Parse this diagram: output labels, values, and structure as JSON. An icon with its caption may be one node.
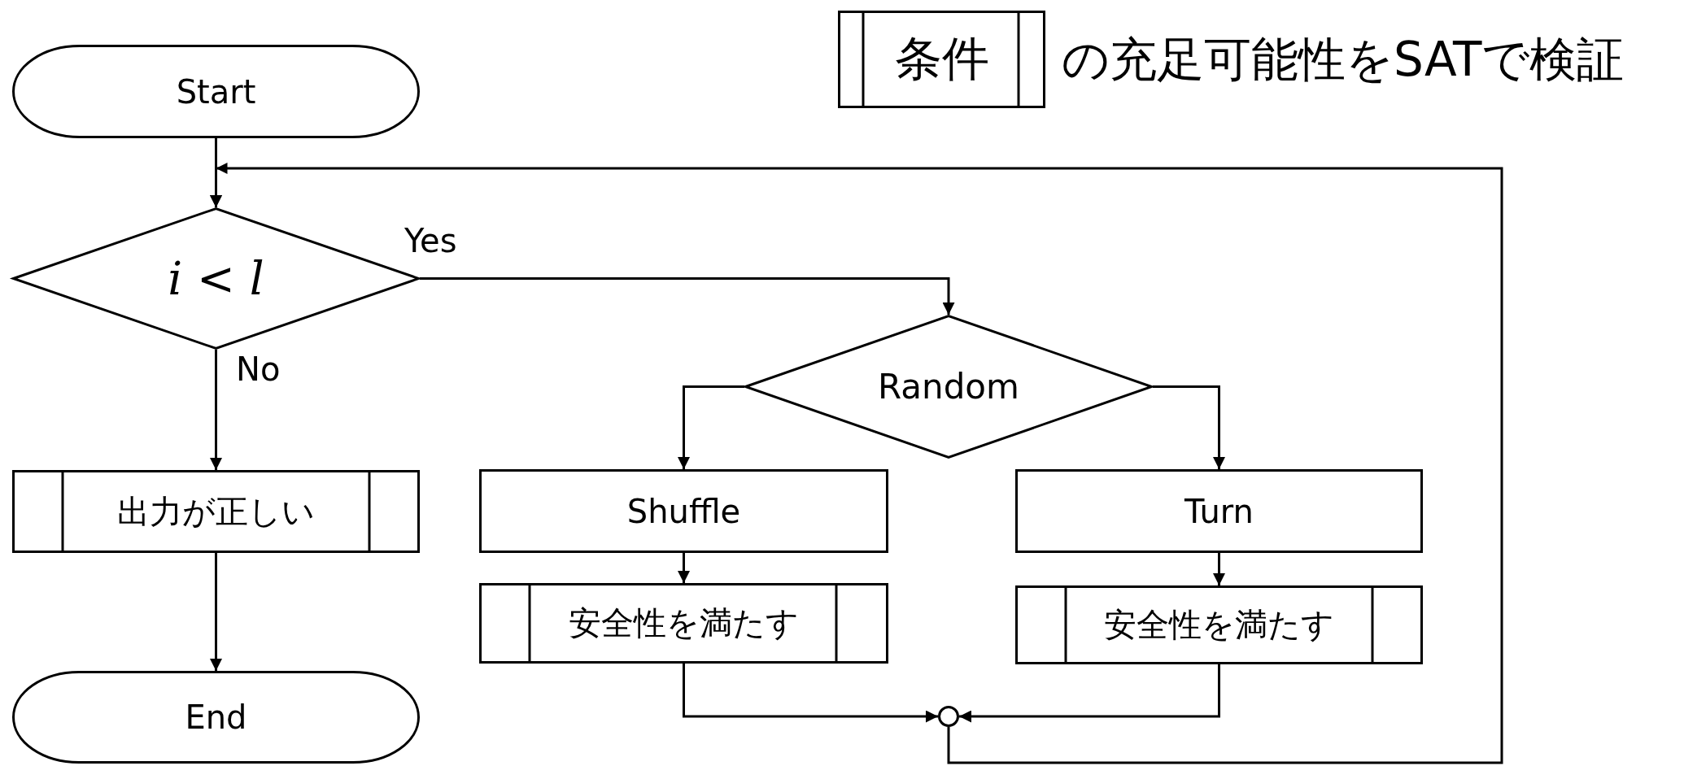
{
  "diagram": {
    "nodes": [
      {
        "text": [
          "Start"
        ]
      },
      {
        "text": [
          "*i* < *l*"
        ]
      },
      {
        "text": [
          "出力が正しい"
        ]
      },
      {
        "text": [
          "End"
        ]
      },
      {
        "text": [
          "Random"
        ]
      },
      {
        "text": [
          "Shuffle"
        ]
      },
      {
        "text": [
          "安全性を満たす"
        ]
      },
      {
        "text": [
          "Turn"
        ]
      },
      {
        "text": [
          "安全性を満たす"
        ]
      },
      {
        "text": [],
        "shape": "circle"
      },
      {
        "text": [
          "条件"
        ],
        "beside": [
          "の充足可能性をSATで検証"
        ]
      }
    ],
    "edges": [
      {
        "from": 0,
        "to": 1,
        "arrow": "to"
      },
      {
        "from": 1,
        "to": 4,
        "arrow": "to",
        "label": "Yes"
      },
      {
        "from": 1,
        "to": 2,
        "arrow": "to",
        "label": "No"
      },
      {
        "from": 2,
        "to": 3,
        "arrow": "to"
      },
      {
        "from": 4,
        "to": 5,
        "arrow": "to"
      },
      {
        "from": 4,
        "to": 7,
        "arrow": "to"
      },
      {
        "from": 5,
        "to": 6,
        "arrow": "to"
      },
      {
        "from": 7,
        "to": 8,
        "arrow": "to"
      },
      {
        "from": 6,
        "to": 9,
        "arrow": "to"
      },
      {
        "from": 8,
        "to": 9,
        "arrow": "to"
      },
      {
        "from": 9,
        "to": 1,
        "arrow": "to"
      }
    ]
  }
}
